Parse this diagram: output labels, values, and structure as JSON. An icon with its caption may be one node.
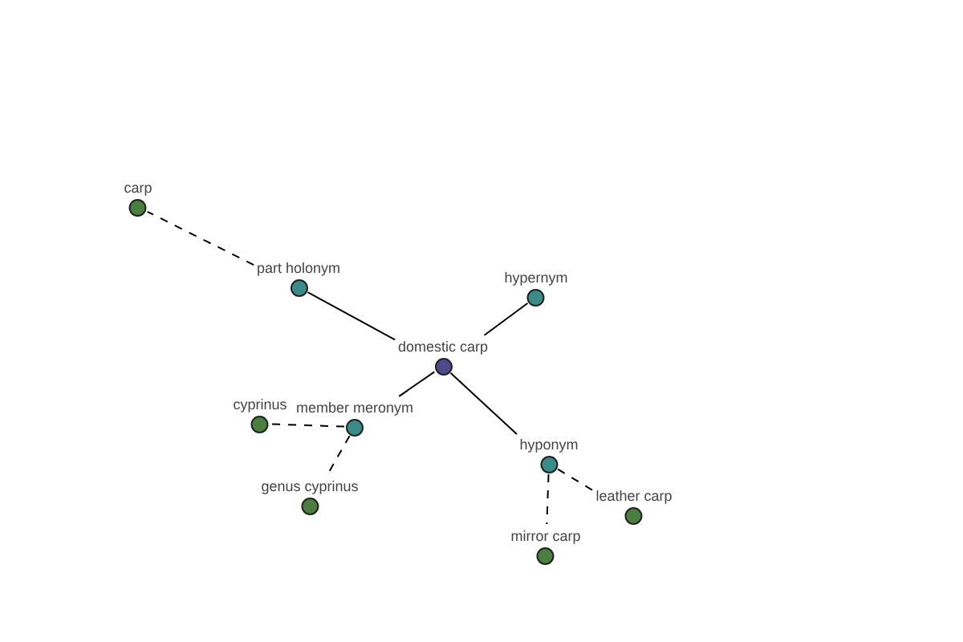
{
  "diagram": {
    "nodes": [
      {
        "text": [
          "carp"
        ]
      },
      {
        "text": [
          "part holonym"
        ]
      },
      {
        "text": [
          "hypernym"
        ]
      },
      {
        "text": [
          "domestic carp"
        ]
      },
      {
        "text": [
          "cyprinus"
        ]
      },
      {
        "text": [
          "member meronym"
        ]
      },
      {
        "text": [
          "hyponym"
        ]
      },
      {
        "text": [
          "genus cyprinus"
        ]
      },
      {
        "text": [
          "leather carp"
        ]
      },
      {
        "text": [
          "mirror carp"
        ]
      }
    ],
    "edges": [
      {
        "from": 3,
        "to": 1,
        "arrow": "none"
      },
      {
        "from": 3,
        "to": 2,
        "arrow": "none"
      },
      {
        "from": 3,
        "to": 5,
        "arrow": "none"
      },
      {
        "from": 3,
        "to": 6,
        "arrow": "none"
      },
      {
        "from": 1,
        "to": 0,
        "arrow": "none",
        "style": "dashed"
      },
      {
        "from": 5,
        "to": 4,
        "arrow": "none",
        "style": "dashed"
      },
      {
        "from": 5,
        "to": 7,
        "arrow": "none",
        "style": "dashed"
      },
      {
        "from": 6,
        "to": 9,
        "arrow": "none",
        "style": "dashed"
      },
      {
        "from": 6,
        "to": 8,
        "arrow": "none",
        "style": "dashed"
      }
    ]
  }
}
